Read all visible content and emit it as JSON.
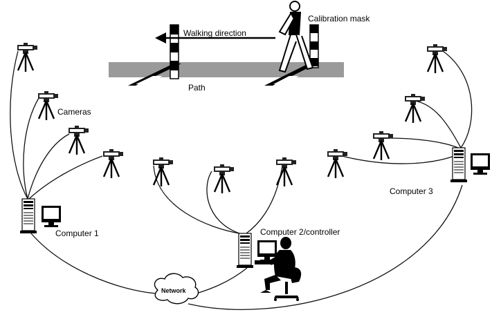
{
  "labels": {
    "walking_direction": "Walking direction",
    "calibration_mask": "Calibration mask",
    "path": "Path",
    "cameras": "Cameras",
    "computer1": "Computer 1",
    "computer2": "Computer 2/controller",
    "computer3": "Computer 3",
    "network": "Network"
  },
  "icons": {
    "camera": "tripod-camera-icon",
    "computer": "desktop-computer-icon",
    "operator": "seated-operator-icon",
    "walker": "walking-person-icon",
    "cloud": "network-cloud-icon"
  },
  "colors": {
    "ink": "#111111",
    "path_fill": "#9a9a9a"
  }
}
